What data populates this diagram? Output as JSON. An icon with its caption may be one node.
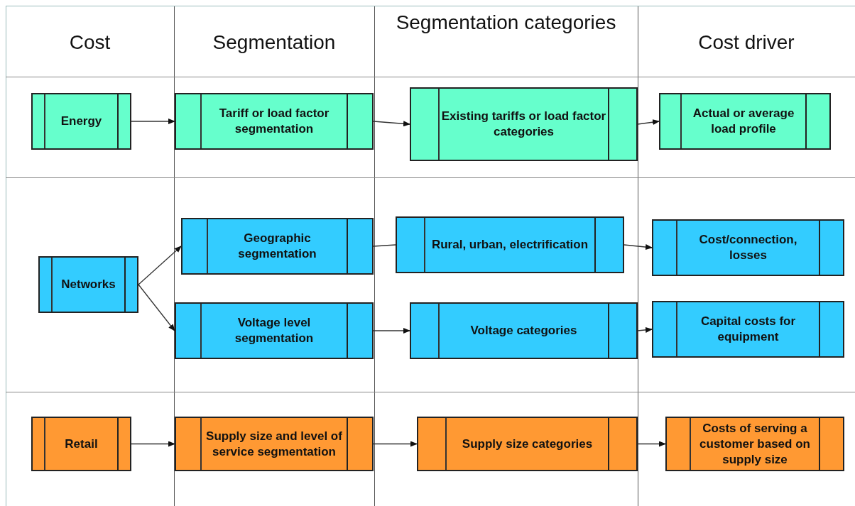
{
  "diagram": {
    "nodes": [
      {
        "text": [
          "Energy"
        ]
      },
      {
        "text": [
          "Tariff  or load factor segmentation"
        ]
      },
      {
        "text": [
          "Existing tariffs or load factor categories"
        ]
      },
      {
        "text": [
          "Actual or average load profile"
        ]
      },
      {
        "text": [
          "Networks"
        ]
      },
      {
        "text": [
          "Geographic segmentation"
        ]
      },
      {
        "text": [
          "Voltage level segmentation"
        ]
      },
      {
        "text": [
          "Rural, urban, electrification"
        ]
      },
      {
        "text": [
          "Voltage categories"
        ]
      },
      {
        "text": [
          "Cost/connection, losses"
        ]
      },
      {
        "text": [
          "Capital costs for equipment"
        ]
      },
      {
        "text": [
          "Retail"
        ]
      },
      {
        "text": [
          "Supply size and level of service segmentation"
        ]
      },
      {
        "text": [
          "Supply size categories"
        ]
      },
      {
        "text": [
          "Costs of serving a customer based on supply size"
        ]
      }
    ],
    "edges": [
      {
        "from": 0,
        "to": 1,
        "arrow": "to"
      },
      {
        "from": 1,
        "to": 2,
        "arrow": "to"
      },
      {
        "from": 2,
        "to": 3,
        "arrow": "to"
      },
      {
        "from": 4,
        "to": 5,
        "arrow": "to"
      },
      {
        "from": 4,
        "to": 6,
        "arrow": "to"
      },
      {
        "from": 5,
        "to": 7,
        "arrow": "none"
      },
      {
        "from": 6,
        "to": 8,
        "arrow": "to"
      },
      {
        "from": 7,
        "to": 9,
        "arrow": "to"
      },
      {
        "from": 8,
        "to": 10,
        "arrow": "to"
      },
      {
        "from": 11,
        "to": 12,
        "arrow": "to"
      },
      {
        "from": 12,
        "to": 13,
        "arrow": "to"
      },
      {
        "from": 13,
        "to": 14,
        "arrow": "to"
      }
    ],
    "labels": [
      "Cost",
      "Segmentation",
      "Segmentation categories",
      "Cost driver"
    ]
  }
}
